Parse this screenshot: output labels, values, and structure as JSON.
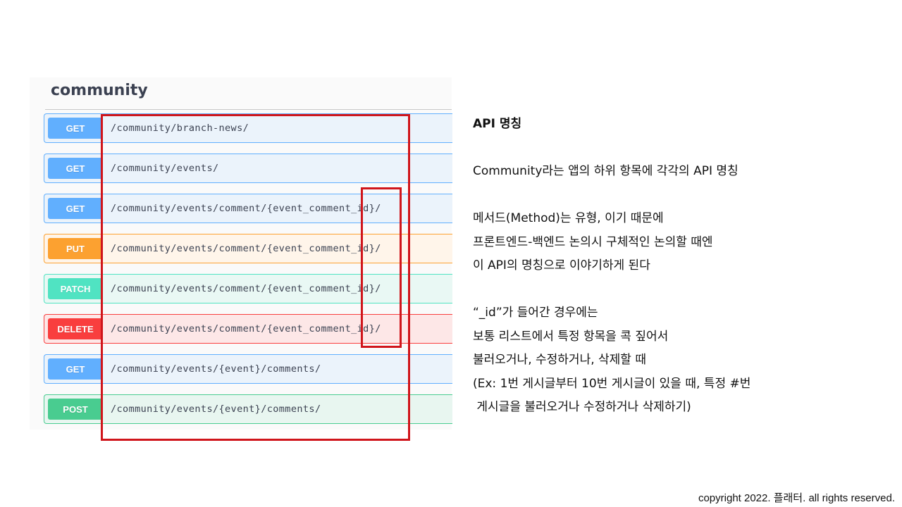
{
  "swagger": {
    "section_title": "community",
    "operations": [
      {
        "method": "GET",
        "path": "/community/branch-news/"
      },
      {
        "method": "GET",
        "path": "/community/events/"
      },
      {
        "method": "GET",
        "path": "/community/events/comment/{event_comment_id}/"
      },
      {
        "method": "PUT",
        "path": "/community/events/comment/{event_comment_id}/"
      },
      {
        "method": "PATCH",
        "path": "/community/events/comment/{event_comment_id}/"
      },
      {
        "method": "DELETE",
        "path": "/community/events/comment/{event_comment_id}/"
      },
      {
        "method": "GET",
        "path": "/community/events/{event}/comments/"
      },
      {
        "method": "POST",
        "path": "/community/events/{event}/comments/"
      }
    ],
    "method_colors": {
      "GET": "#61affe",
      "PUT": "#fca130",
      "PATCH": "#50e3c2",
      "DELETE": "#f93e3e",
      "POST": "#49cc90"
    },
    "highlight_color": "#d0151b"
  },
  "notes": {
    "heading": "API 명칭",
    "intro": "Community라는 앱의 하위 항목에 각각의 API 명칭",
    "method_lines": [
      "메서드(Method)는 유형, 이기 때문에",
      "프론트엔드-백엔드 논의시 구체적인 논의할 때엔",
      "이 API의 명칭으로 이야기하게 된다"
    ],
    "id_lines": [
      "“_id”가 들어간 경우에는",
      "보통 리스트에서 특정 항목을 콕 짚어서",
      "불러오거나, 수정하거나, 삭제할 때",
      "(Ex: 1번 게시글부터 10번 게시글이 있을 때, 특정 #번",
      " 게시글을 불러오거나 수정하거나 삭제하기)"
    ]
  },
  "footer": {
    "copyright": "copyright 2022. 플래터. all rights reserved."
  }
}
